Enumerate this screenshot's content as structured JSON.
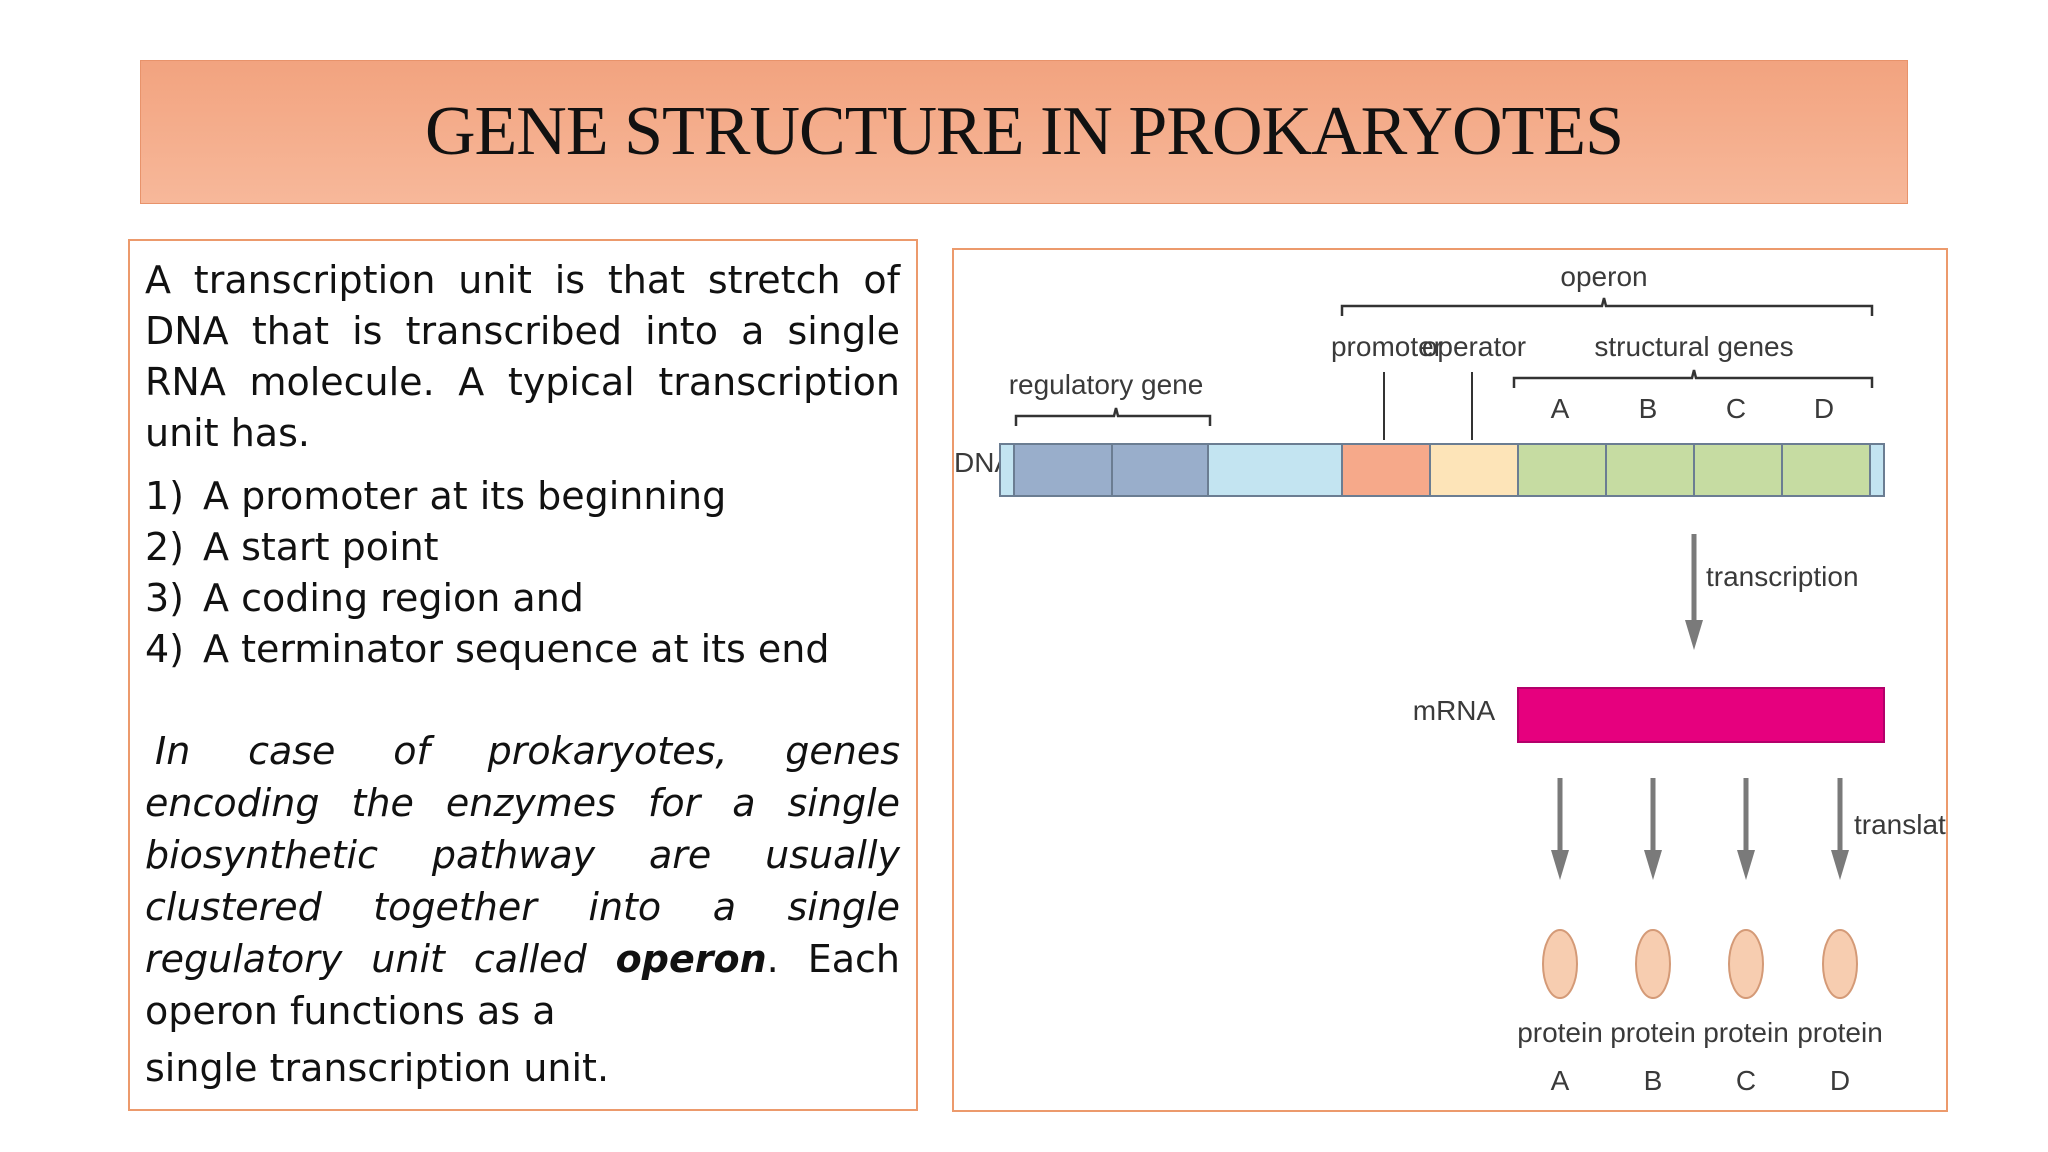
{
  "title": "GENE STRUCTURE IN PROKARYOTES",
  "intro": "A transcription unit is that stretch of DNA that is transcribed into a single RNA molecule. A typical transcription unit has.",
  "list": [
    {
      "num": "1)",
      "text": "A promoter at its beginning"
    },
    {
      "num": "2)",
      "text": "A start point"
    },
    {
      "num": "3)",
      "text": "A coding region and"
    },
    {
      "num": "4)",
      "text": "A terminator sequence at its end"
    }
  ],
  "italic_text": "In case of prokaryotes, genes encoding the enzymes for a single biosynthetic pathway are usually clustered together into a single regulatory unit called",
  "operon_word": "operon",
  "after_operon": ". Each operon functions as a",
  "last_line": "single transcription unit.",
  "diagram": {
    "labels": {
      "operon": "operon",
      "promoter": "promoter",
      "operator": "operator",
      "structural_genes": "structural genes",
      "regulatory_gene": "regulatory gene",
      "dna": "DNA",
      "transcription": "transcription",
      "mrna": "mRNA",
      "translation": "translation"
    },
    "gene_letters": [
      "A",
      "B",
      "C",
      "D"
    ],
    "proteins": [
      {
        "word": "protein",
        "letter": "A"
      },
      {
        "word": "protein",
        "letter": "B"
      },
      {
        "word": "protein",
        "letter": "C"
      },
      {
        "word": "protein",
        "letter": "D"
      }
    ],
    "colors": {
      "regulatory": "#99aecb",
      "spacer": "#c3e4f1",
      "promoter": "#f6a98a",
      "operator": "#fde4b8",
      "structural": "#c6dca2",
      "mrna": "#e6007e",
      "protein": "#f7cdb0",
      "arrow": "#7a7a7a"
    }
  }
}
